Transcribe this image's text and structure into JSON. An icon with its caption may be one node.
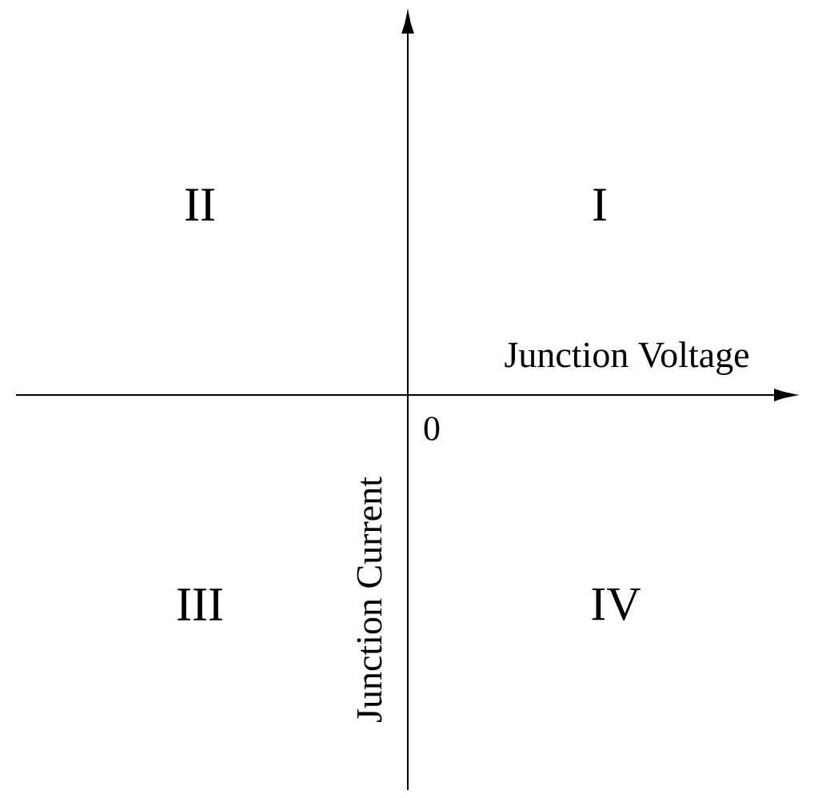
{
  "diagram": {
    "labels": [
      "II",
      "I",
      "Junction Voltage",
      "0",
      "Junction Current",
      "III",
      "IV"
    ]
  }
}
